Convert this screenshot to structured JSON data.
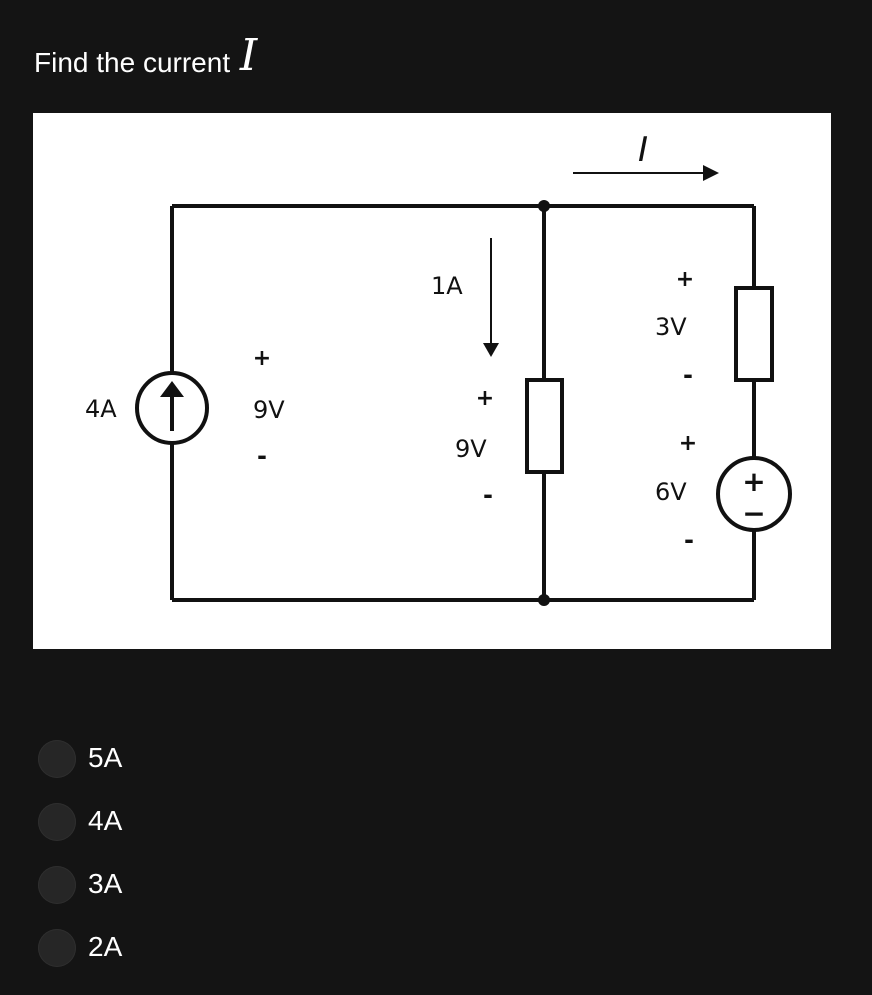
{
  "question": {
    "text": "Find the current",
    "variable": "I"
  },
  "circuit": {
    "current_label": "I",
    "current_source_label": "4A",
    "voltage_left": {
      "plus": "+",
      "value": "9V",
      "minus": "-"
    },
    "branch_current": "1A",
    "voltage_middle": {
      "plus": "+",
      "value": "9V",
      "minus": "-"
    },
    "voltage_upper_right": {
      "plus": "+",
      "value": "3V",
      "minus": "-"
    },
    "voltage_lower_right": {
      "plus": "+",
      "value": "6V",
      "minus": "-"
    },
    "source_plus": "+",
    "source_minus": "−"
  },
  "options": [
    {
      "label": "5A"
    },
    {
      "label": "4A"
    },
    {
      "label": "3A"
    },
    {
      "label": "2A"
    }
  ]
}
